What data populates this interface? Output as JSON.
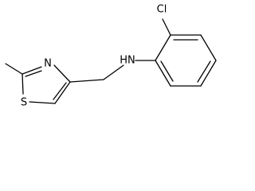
{
  "molecule": {
    "atom_labels": {
      "chlorine": "Cl",
      "amine": "HN",
      "thiazole_nitrogen": "N",
      "thiazole_sulfur": "S"
    }
  }
}
